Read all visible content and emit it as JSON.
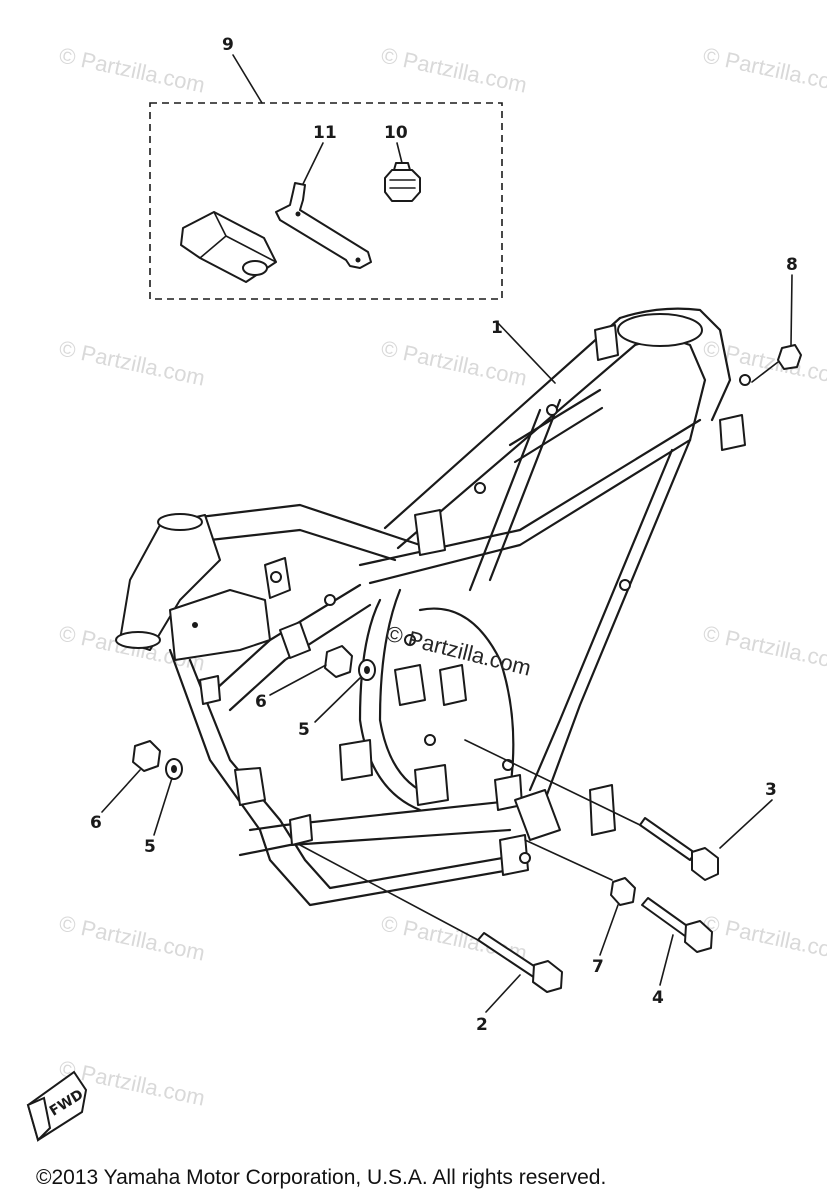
{
  "watermarks": [
    "© Partzilla.com",
    "© Partzilla.com",
    "© Partzilla.com",
    "© Partzilla.com",
    "© Partzilla.com",
    "© Partzilla.com",
    "© Partzilla.com",
    "© Partzilla.com",
    "© Partzilla.com",
    "© Partzilla.com",
    "© Partzilla.com",
    "© Partzilla.com",
    "© Partzilla.com"
  ],
  "callouts": [
    "9",
    "11",
    "10",
    "8",
    "1",
    "6",
    "5",
    "6",
    "5",
    "3",
    "7",
    "4",
    "2"
  ],
  "fwd_badge": "FWD",
  "copyright": "©2013 Yamaha Motor Corporation, U.S.A. All rights reserved."
}
